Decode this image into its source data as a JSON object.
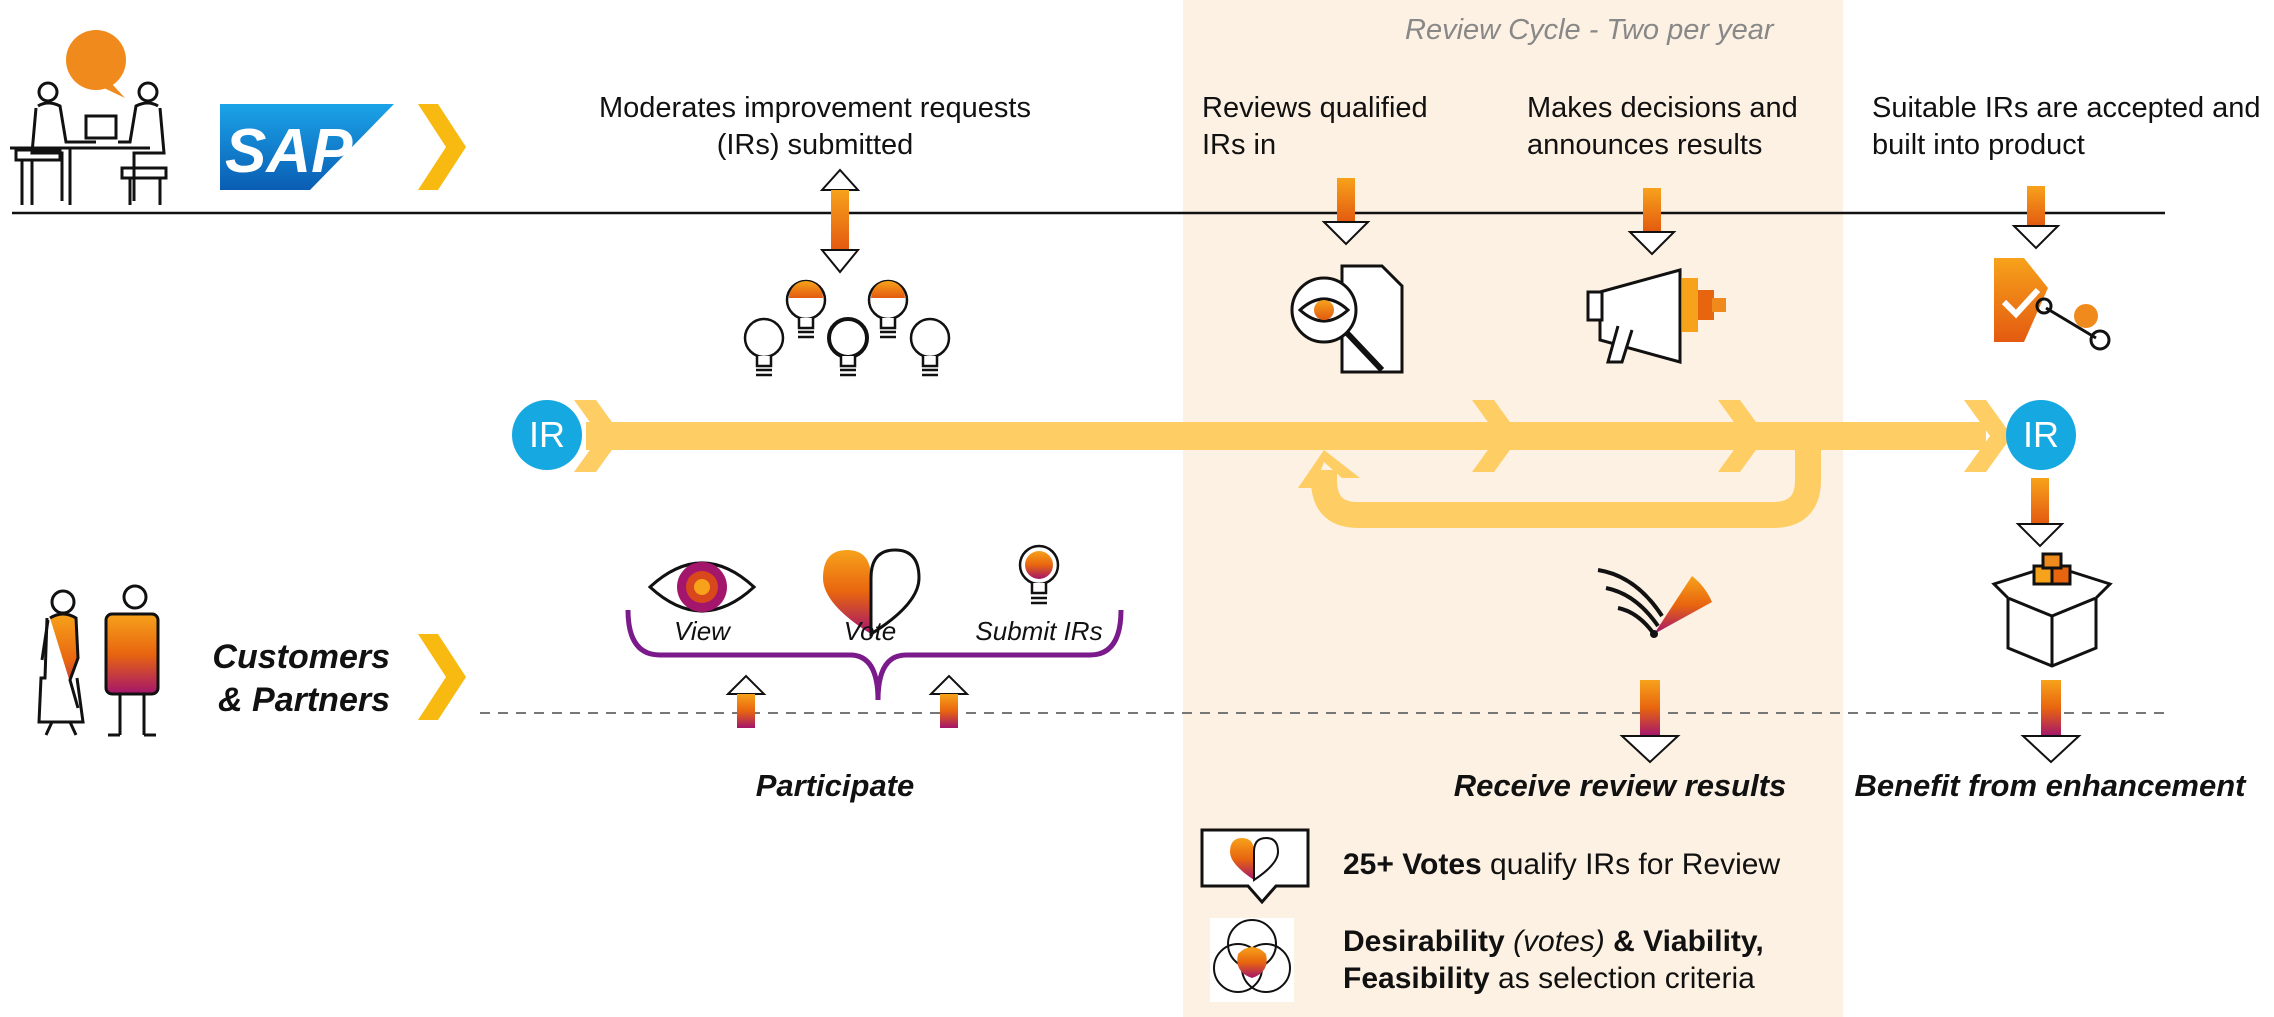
{
  "colors": {
    "review_band": "#fdf1e3",
    "flow_yellow": "#fecd63",
    "sap_blue": "#1a73c8",
    "chevron_yellow": "#f8b911",
    "ir_blue": "#16a8e0",
    "bracket_purple": "#7b1a8a",
    "grad_orange": "#e8650f",
    "grad_magenta": "#a4156c"
  },
  "review_cycle_label": "Review Cycle - Two per year",
  "sap": {
    "logo_text": "SAP",
    "registered_mark": "®",
    "steps": [
      {
        "text": "Moderates improvement requests (IRs) submitted",
        "icon": "lightbulbs-icon"
      },
      {
        "text": "Reviews qualified IRs in",
        "icon": "document-magnifier-icon"
      },
      {
        "text": "Makes decisions and announces results",
        "icon": "megaphone-icon"
      },
      {
        "text": "Suitable IRs are accepted and built into product",
        "icon": "checklist-tools-icon"
      }
    ]
  },
  "ir_badge": "IR",
  "customers": {
    "label_line1": "Customers",
    "label_line2": "& Partners",
    "actions": [
      {
        "text": "View",
        "icon": "eye-icon"
      },
      {
        "text": "Vote",
        "icon": "heart-icon"
      },
      {
        "text": "Submit IRs",
        "icon": "lightbulb-icon"
      }
    ],
    "outcomes": {
      "participate": "Participate",
      "receive": "Receive review results",
      "benefit": "Benefit from enhancement"
    }
  },
  "notes": {
    "votes_bold": "25+ Votes",
    "votes_rest": " qualify IRs for Review",
    "criteria_bold1": "Desirability",
    "criteria_italic": " (votes)",
    "criteria_bold2": " & Viability,",
    "criteria_bold3": "Feasibility",
    "criteria_rest": " as selection criteria"
  }
}
